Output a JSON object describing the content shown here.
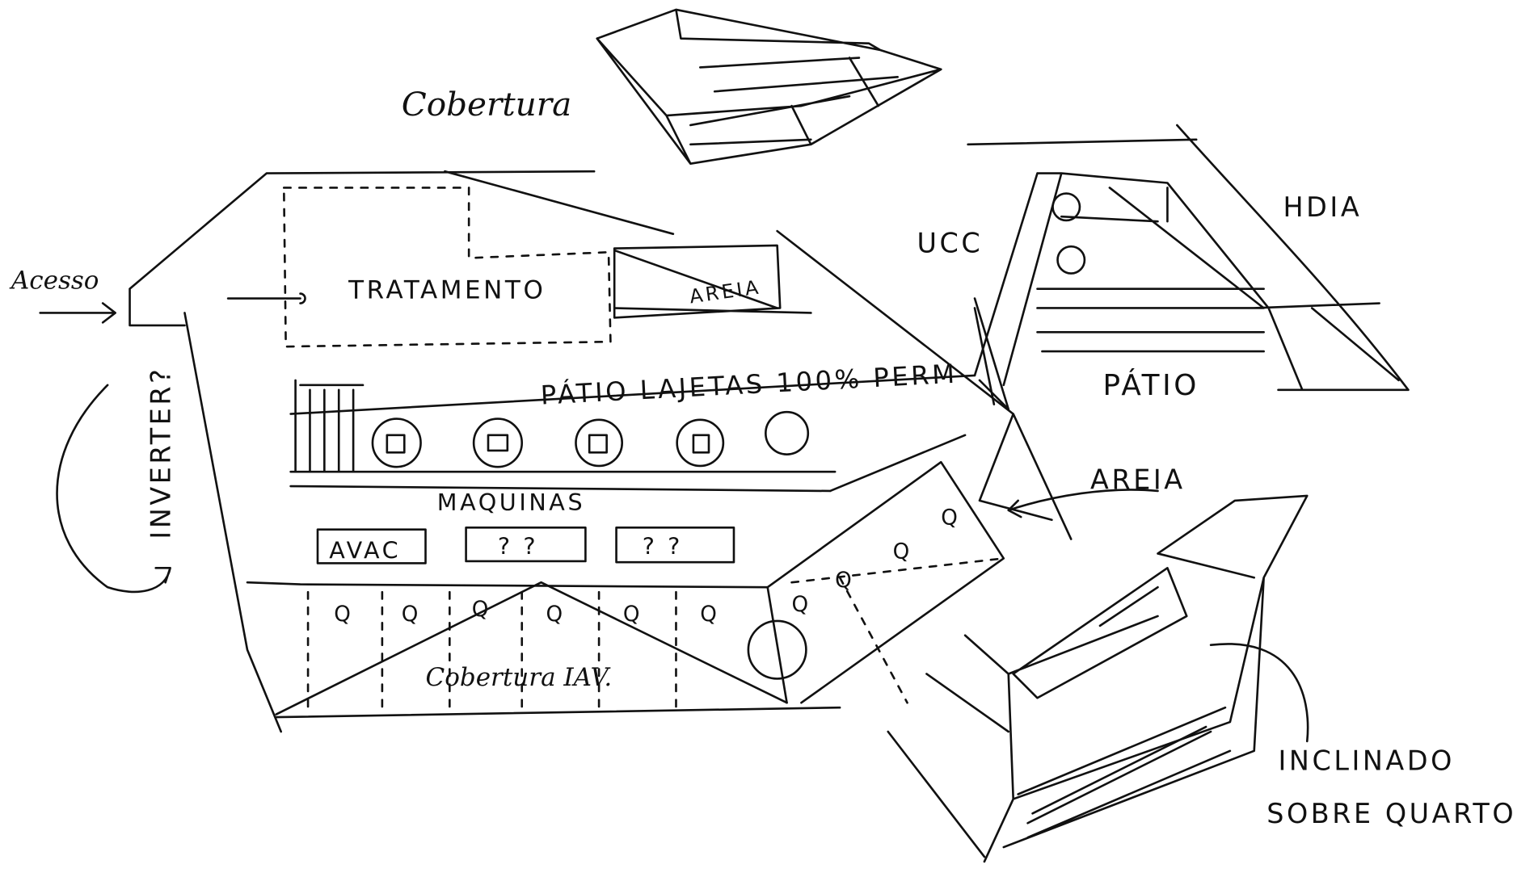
{
  "sketch": {
    "labels": {
      "cobertura": "Cobertura",
      "acesso": "Acesso",
      "tratamento": "TRATAMENTO",
      "areia_plan": "AREIA",
      "inverter": "INVERTER?",
      "patio_lajetas": "PÁTIO LAJETAS 100% PERM",
      "maquinas": "MAQUINAS",
      "avac": "AVAC",
      "unknown_1": "? ?",
      "unknown_2": "? ?",
      "cobertura_iav": "Cobertura IAV.",
      "ucc": "UCC",
      "hdia": "HDIA",
      "patio": "PÁTIO",
      "areia_view": "AREIA",
      "inclinado": "INCLINADO",
      "sobre_quartos": "SOBRE QUARTOS"
    },
    "ink_color": "#111111",
    "paper_color": "#ffffff"
  }
}
